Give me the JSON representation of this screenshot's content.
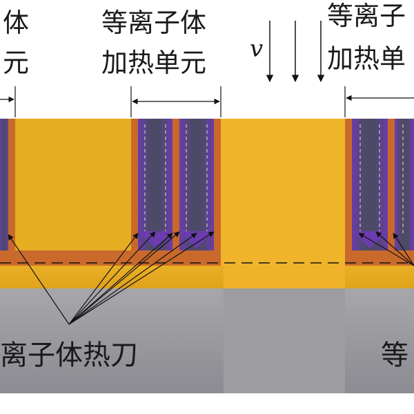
{
  "labels": {
    "unit_left_line1": "体",
    "unit_left_line2": "元",
    "unit_center_line1": "等离子体",
    "unit_center_line2": "加热单元",
    "unit_right_line1": "等离子",
    "unit_right_line2": "加热单",
    "velocity": "v",
    "knife_left": "离子体热刀",
    "knife_right": "等"
  },
  "colors": {
    "background": "#ffffff",
    "gold": "#e7ad22",
    "gold_dark": "#d89a18",
    "gold_center": "#efb52a",
    "copper": "#c8692a",
    "copper_band": "#b85c26",
    "purple": "#6a3aa8",
    "dark_slate": "#4a4a63",
    "gray_top": "#a2a2a7",
    "gray_bottom": "#8c8c92",
    "line": "#111111"
  },
  "icons": {
    "arrows": "down-arrow-icon",
    "dimension": "double-arrow-icon"
  }
}
